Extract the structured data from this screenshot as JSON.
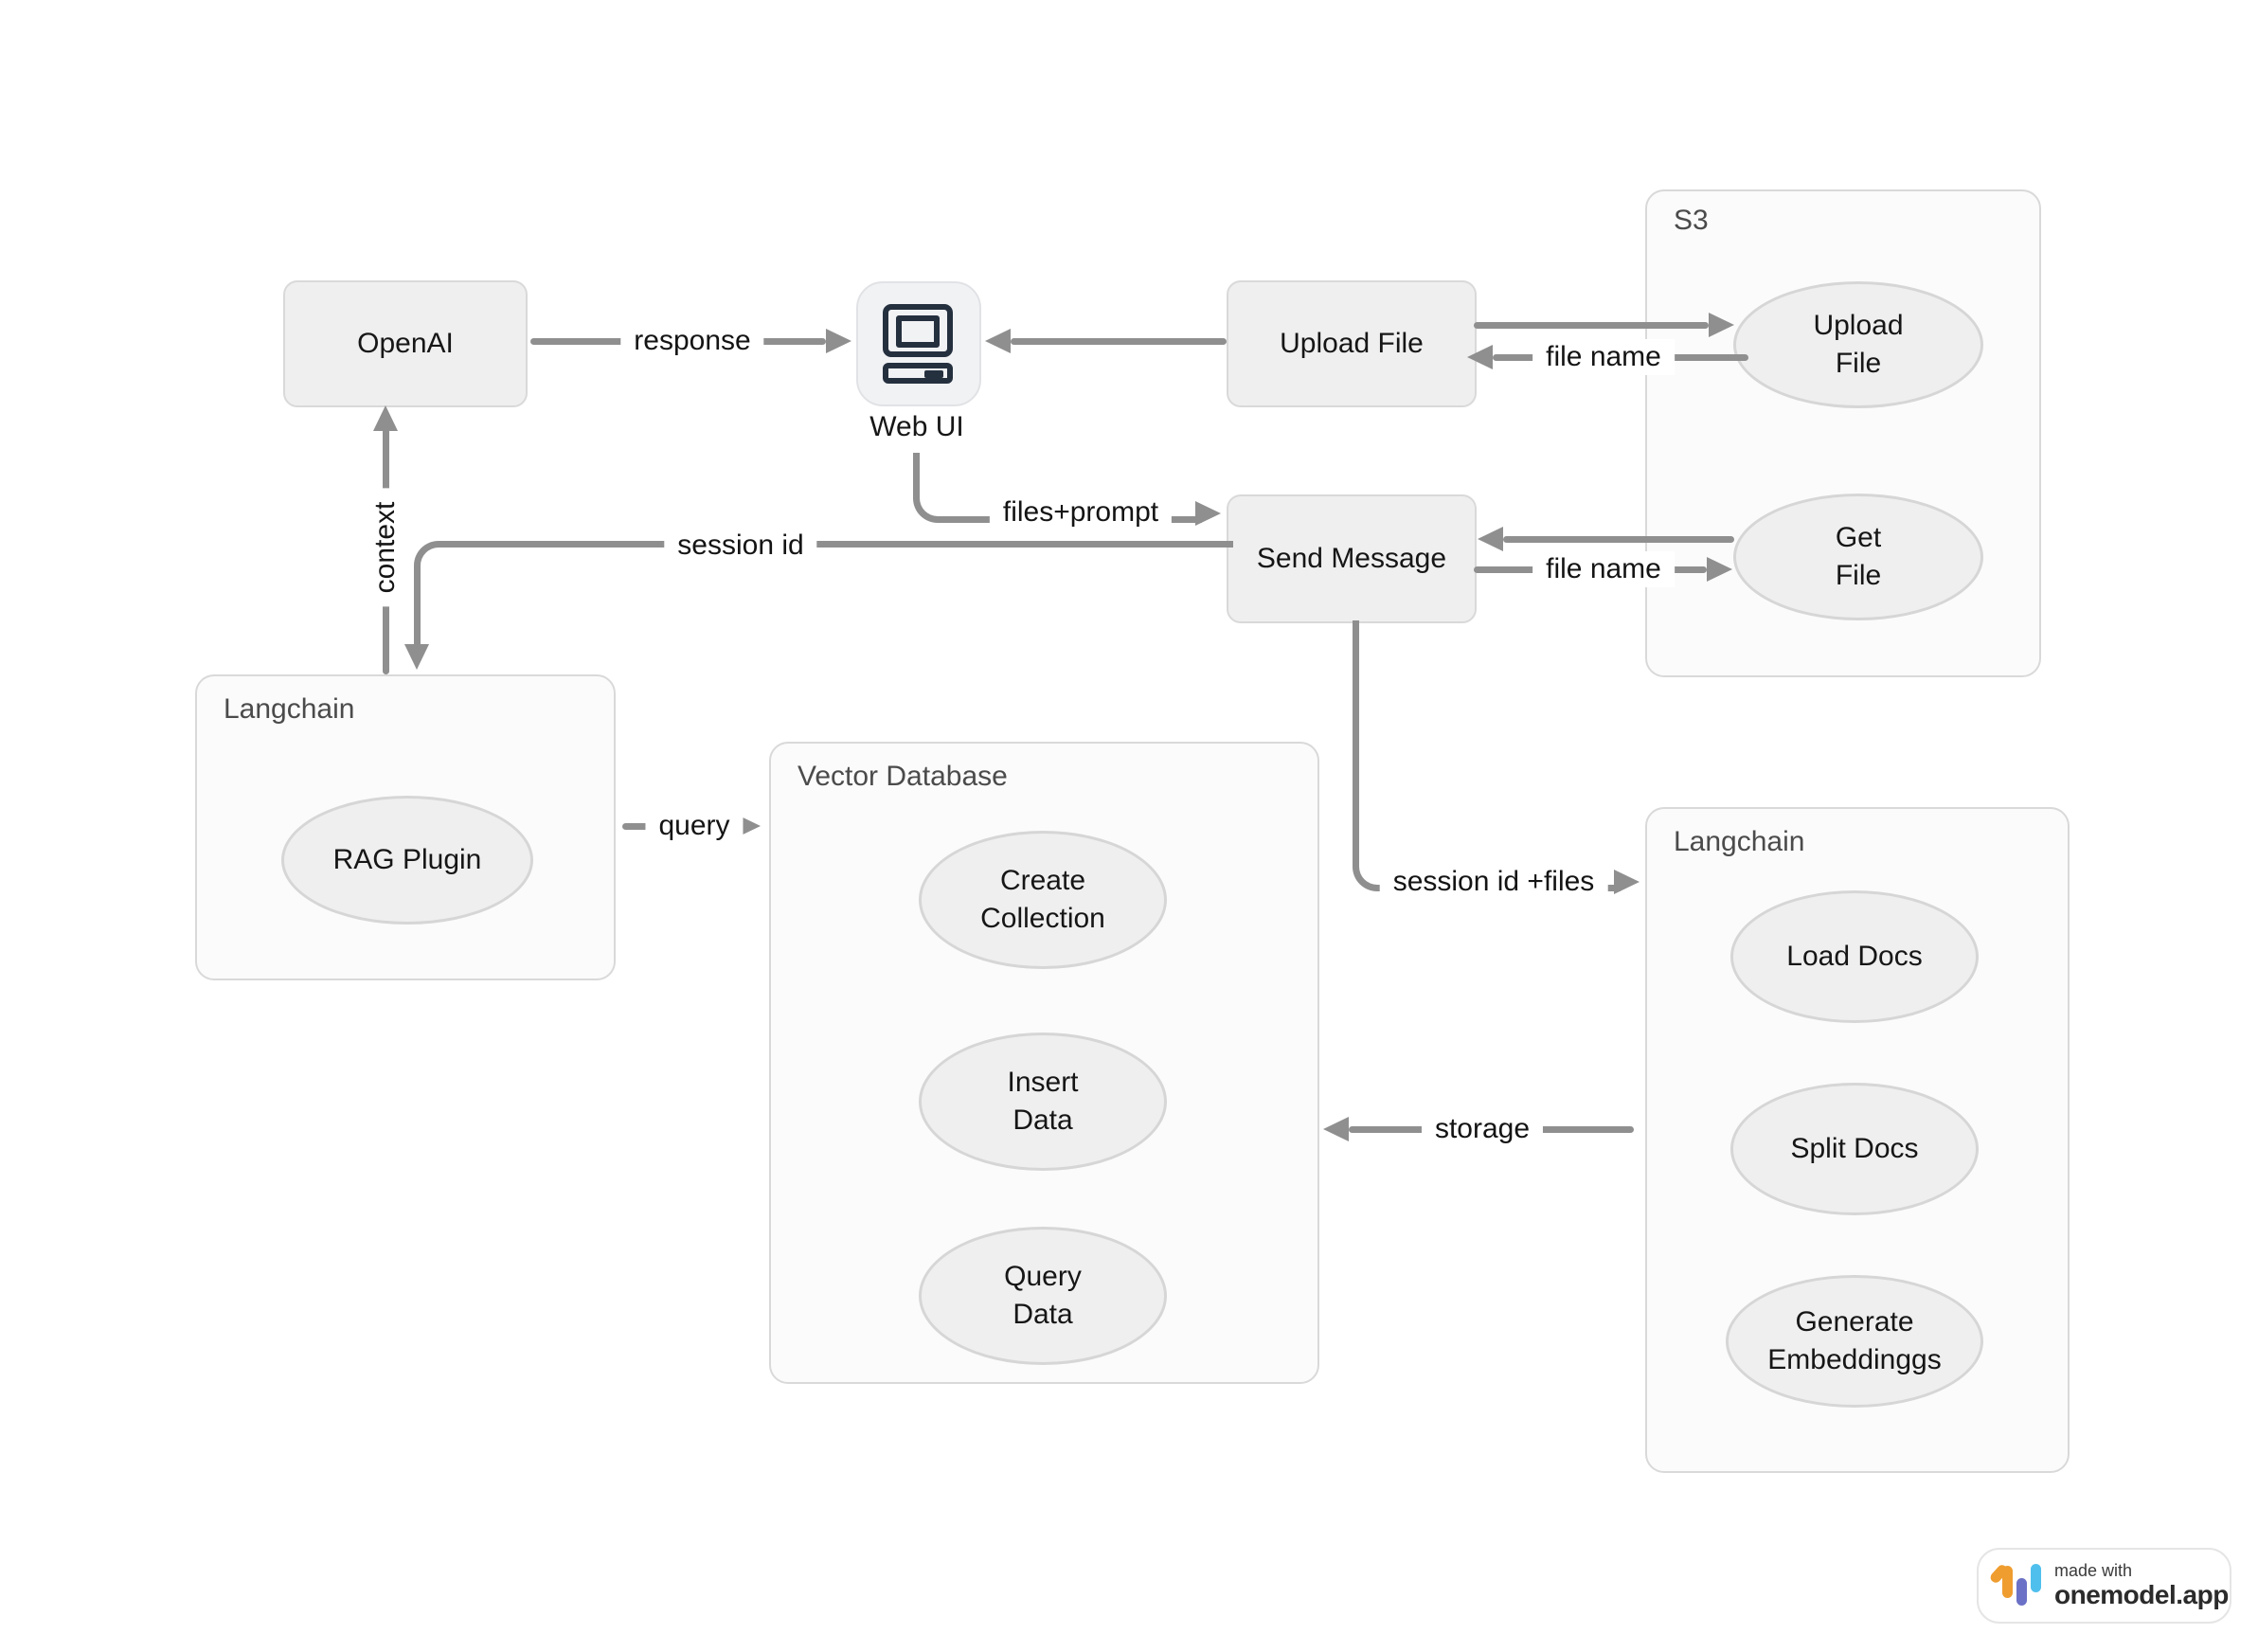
{
  "nodes": {
    "openai": "OpenAI",
    "web_ui": "Web UI",
    "upload_file": "Upload File",
    "send_message": "Send Message"
  },
  "containers": {
    "s3": "S3",
    "langchain_left": "Langchain",
    "vector_database": "Vector Database",
    "langchain_right": "Langchain"
  },
  "ellipses": {
    "s3_upload_file": [
      "Upload",
      "File"
    ],
    "s3_get_file": [
      "Get",
      "File"
    ],
    "rag_plugin": [
      "RAG Plugin"
    ],
    "create_collection": [
      "Create",
      "Collection"
    ],
    "insert_data": [
      "Insert",
      "Data"
    ],
    "query_data": [
      "Query",
      "Data"
    ],
    "load_docs": [
      "Load Docs"
    ],
    "split_docs": [
      "Split Docs"
    ],
    "generate_embeddings": [
      "Generate",
      "Embeddinggs"
    ]
  },
  "edges": {
    "response": "response",
    "file_name_upload": "file name",
    "file_name_get": "file name",
    "files_prompt": "files+prompt",
    "session_id": "session id",
    "context": "context",
    "session_id_files": "session id +files",
    "query": "query",
    "storage": "storage"
  },
  "badge": {
    "made_with": "made with",
    "brand": "onemodel.app"
  },
  "colors": {
    "arrow": "#8F8F8F",
    "node_fill": "#EFEFEF",
    "node_border": "#D9D9D9",
    "container_fill": "#FBFBFB",
    "container_border": "#D9D9D9",
    "ellipse_border": "#D6D6D6",
    "icon": "#25303F",
    "logo_orange": "#EF9D2F",
    "logo_indigo": "#6B71C6",
    "logo_blue": "#4FC0ED"
  }
}
